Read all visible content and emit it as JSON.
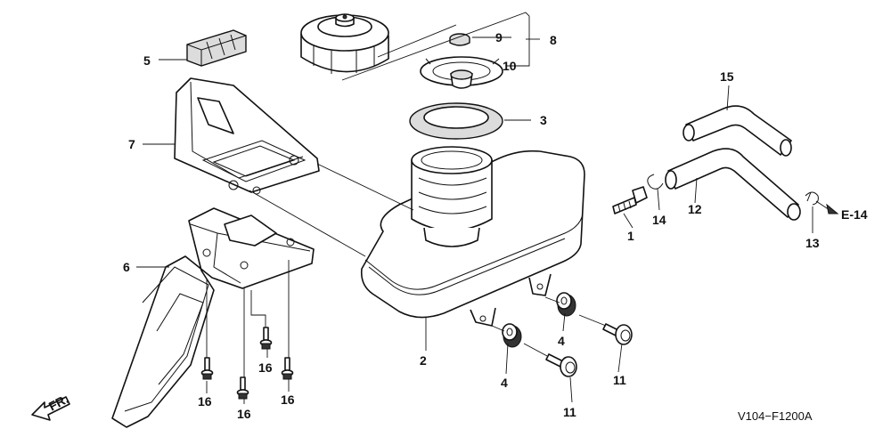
{
  "diagram": {
    "callouts": [
      {
        "id": "c1",
        "label": "1"
      },
      {
        "id": "c2",
        "label": "2"
      },
      {
        "id": "c3",
        "label": "3"
      },
      {
        "id": "c4a",
        "label": "4"
      },
      {
        "id": "c4b",
        "label": "4"
      },
      {
        "id": "c5",
        "label": "5"
      },
      {
        "id": "c6",
        "label": "6"
      },
      {
        "id": "c7",
        "label": "7"
      },
      {
        "id": "c8",
        "label": "8"
      },
      {
        "id": "c9",
        "label": "9"
      },
      {
        "id": "c10",
        "label": "10"
      },
      {
        "id": "c11a",
        "label": "11"
      },
      {
        "id": "c11b",
        "label": "11"
      },
      {
        "id": "c12",
        "label": "12"
      },
      {
        "id": "c13",
        "label": "13"
      },
      {
        "id": "c14",
        "label": "14"
      },
      {
        "id": "c15",
        "label": "15"
      },
      {
        "id": "c16a",
        "label": "16"
      },
      {
        "id": "c16b",
        "label": "16"
      },
      {
        "id": "c16c",
        "label": "16"
      },
      {
        "id": "c16d",
        "label": "16"
      }
    ],
    "ref_e14": "E-14",
    "front_label": "FR.",
    "drawing_code": "V104−F1200A"
  }
}
